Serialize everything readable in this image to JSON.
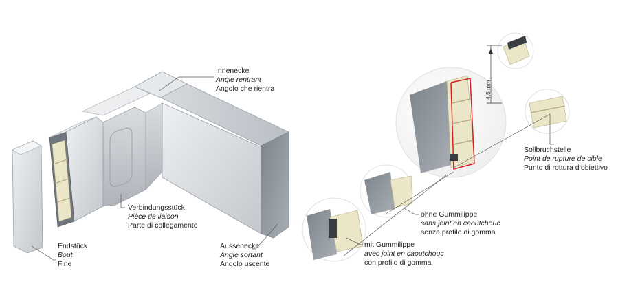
{
  "callouts": {
    "innenecke": {
      "de": "Innenecke",
      "fr": "Angle rentrant",
      "it": "Angolo che rientra"
    },
    "verbindung": {
      "de": "Verbindungsstück",
      "fr": "Pièce de liaison",
      "it": "Parte di collegamento"
    },
    "endstueck": {
      "de": "Endstück",
      "fr": "Bout",
      "it": "Fine"
    },
    "aussenecke": {
      "de": "Aussenecke",
      "fr": "Angle sortant",
      "it": "Angolo uscente"
    },
    "sollbruch": {
      "de": "Sollbruchstelle",
      "fr": "Point de rupture de cible",
      "it": "Punto di rottura d’obiettivo"
    },
    "ohne": {
      "de": "ohne Gummilippe",
      "fr": "sans joint en caoutchouc",
      "it": "senza profilo di gomma"
    },
    "mit": {
      "de": "mit Gummilippe",
      "fr": "avec joint en caoutchouc",
      "it": "con profilo di gomma"
    }
  },
  "dimension": "4.5 mm",
  "colors": {
    "metal_light": "#e4e7ea",
    "metal_mid": "#c9ced3",
    "metal_dark": "#8e959c",
    "insert": "#ece6c8",
    "rubber": "#3a3d42",
    "marker": "#d42020"
  }
}
